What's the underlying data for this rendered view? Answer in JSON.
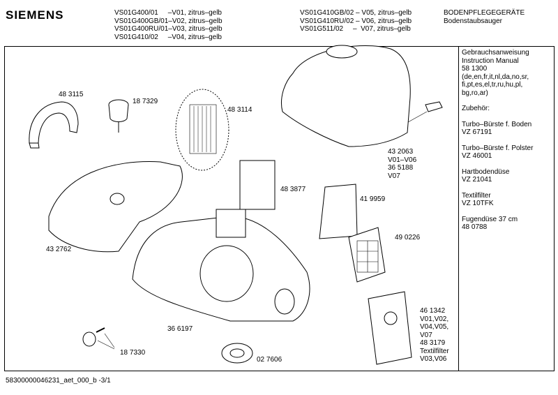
{
  "header": {
    "brand": "SIEMENS",
    "models_col1": [
      "VS01G400/01     –V01, zitrus–gelb",
      "VS01G400GB/01–V02, zitrus–gelb",
      "VS01G400RU/01–V03, zitrus–gelb",
      "VS01G410/02     –V04, zitrus–gelb"
    ],
    "models_col2": [
      "VS01G410GB/02 – V05, zitrus–gelb",
      "VS01G410RU/02 – V06, zitrus–gelb",
      "VS01G511/02     –  V07, zitrus–gelb"
    ],
    "category": "BODENPFLEGEGERÄTE",
    "product": "Bodenstaubsauger"
  },
  "sidebar": {
    "manual": "Gebrauchsanweisung\nInstruction Manual\n58 1300\n(de,en,fr,it,nl,da,no,sr,\nfi,pt,es,el,tr,ru,hu,pl,\nbg,ro,ar)",
    "accessories_title": "Zubehör:",
    "items": [
      "Turbo–Bürste f. Boden\nVZ 67191",
      "Turbo–Bürste f. Polster\nVZ 46001",
      "Hartbodendüse\nVZ 21041",
      "Textilfilter\nVZ 10TFK",
      "Fugendüse 37 cm\n48 0788"
    ]
  },
  "labels": {
    "p483115": "48 3115",
    "p187329": "18 7329",
    "p483114": "48 3114",
    "p432063": "43 2063\nV01–V06\n36 5188\nV07",
    "p483877": "48 3877",
    "p419959": "41 9959",
    "p490226": "49 0226",
    "p432762": "43 2762",
    "p366197": "36 6197",
    "p187330": "18 7330",
    "p027606": "02 7606",
    "p461342": "46 1342\nV01,V02,\nV04,V05,\nV07\n48 3179\nTextilfilter\nV03,V06"
  },
  "footer": "58300000046231_aet_000_b  -3/1"
}
